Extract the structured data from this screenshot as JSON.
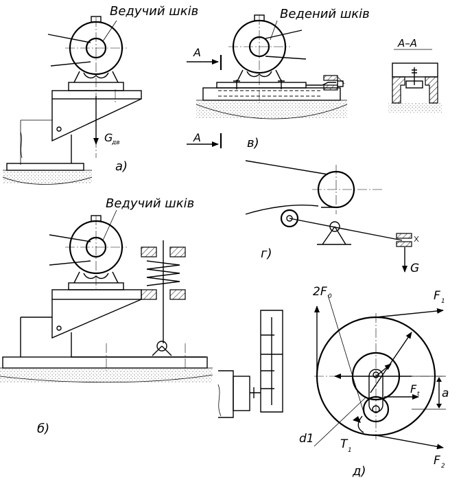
{
  "labels": {
    "driving_pulley_a": "Ведучий шків",
    "driven_pulley_v": "Ведений шків",
    "driving_pulley_b": "Ведучий шків",
    "section_AA": "А–А",
    "section_mark_top": "А",
    "section_mark_bottom": "А",
    "gravity_a": "G",
    "gravity_a_sub": "дв",
    "gravity_g": "G",
    "force_2F0": "2F",
    "force_2F0_sub": "0",
    "force_F1_top": "F",
    "force_F1_top_sub": "1",
    "force_F1_mid": "F",
    "force_F1_mid_sub": "t",
    "force_F2": "F",
    "force_F2_sub": "2",
    "dim_a": "a",
    "dim_d1": "d1",
    "torque_T1": "T",
    "torque_T1_sub": "1"
  },
  "figure_tags": {
    "a": "а)",
    "b": "б)",
    "v": "в)",
    "g": "г)",
    "d": "д)"
  }
}
